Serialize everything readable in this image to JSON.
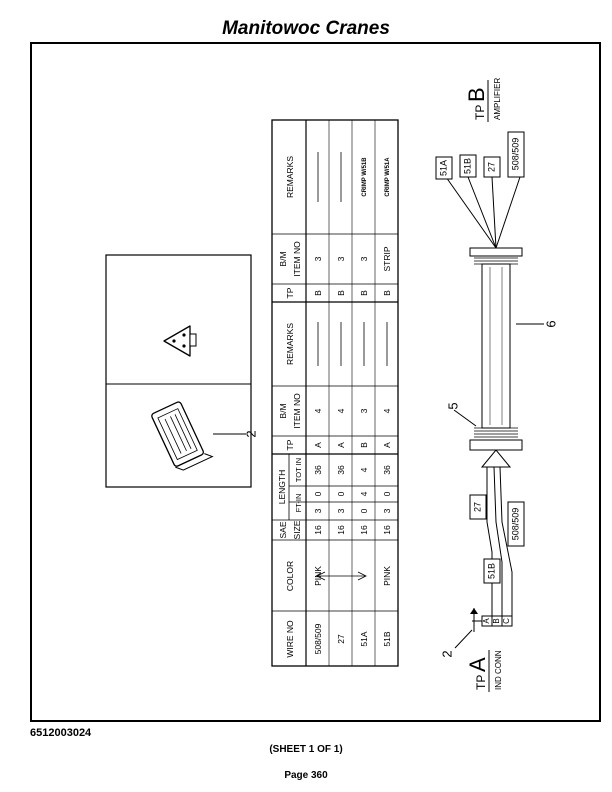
{
  "header": {
    "title": "Manitowoc Cranes"
  },
  "footer": {
    "doc_number": "6512003024",
    "sheet": "(SHEET 1 OF 1)",
    "page": "Page 360"
  },
  "table": {
    "headers": {
      "wire_no": "WIRE NO",
      "color": "COLOR",
      "sae": "SAE",
      "size": "SIZE",
      "length": "LENGTH",
      "ft_in": "FT-IN",
      "tot_in": "TOT IN",
      "tp": "TP",
      "bm": "B/M",
      "item_no": "ITEM NO",
      "remarks": "REMARKS"
    },
    "rows": [
      {
        "wire": "508/509",
        "color": "PINK",
        "size": "16",
        "ft": "3",
        "in": "0",
        "tot": "36",
        "tp_a": "A",
        "item_a": "4",
        "tp_b": "B",
        "item_b": "3",
        "remarks_b": ""
      },
      {
        "wire": "27",
        "color": "",
        "size": "16",
        "ft": "3",
        "in": "0",
        "tot": "36",
        "tp_a": "A",
        "item_a": "4",
        "tp_b": "B",
        "item_b": "3",
        "remarks_b": ""
      },
      {
        "wire": "51A",
        "color": "",
        "size": "16",
        "ft": "0",
        "in": "4",
        "tot": "4",
        "tp_a": "B",
        "item_a": "3",
        "tp_b": "B",
        "item_b": "3",
        "remarks_b": "CRIMP W/51B"
      },
      {
        "wire": "51B",
        "color": "PINK",
        "size": "16",
        "ft": "3",
        "in": "0",
        "tot": "36",
        "tp_a": "A",
        "item_a": "4",
        "tp_b": "B",
        "item_b": "STRIP",
        "remarks_b": "CRIMP W/51A"
      }
    ]
  },
  "diagram": {
    "tp_a": {
      "tp": "TP",
      "letter": "A",
      "name": "IND CONN"
    },
    "tp_b": {
      "tp": "TP",
      "letter": "B",
      "name": "AMPLIFIER"
    },
    "pins": [
      "A",
      "B",
      "C"
    ],
    "labels_a": [
      "51B",
      "27",
      "508/509"
    ],
    "labels_b": [
      "51A",
      "51B",
      "27",
      "508/509"
    ],
    "callouts": {
      "conn": "2",
      "boot": "5",
      "cable": "6",
      "detail": "2"
    }
  }
}
